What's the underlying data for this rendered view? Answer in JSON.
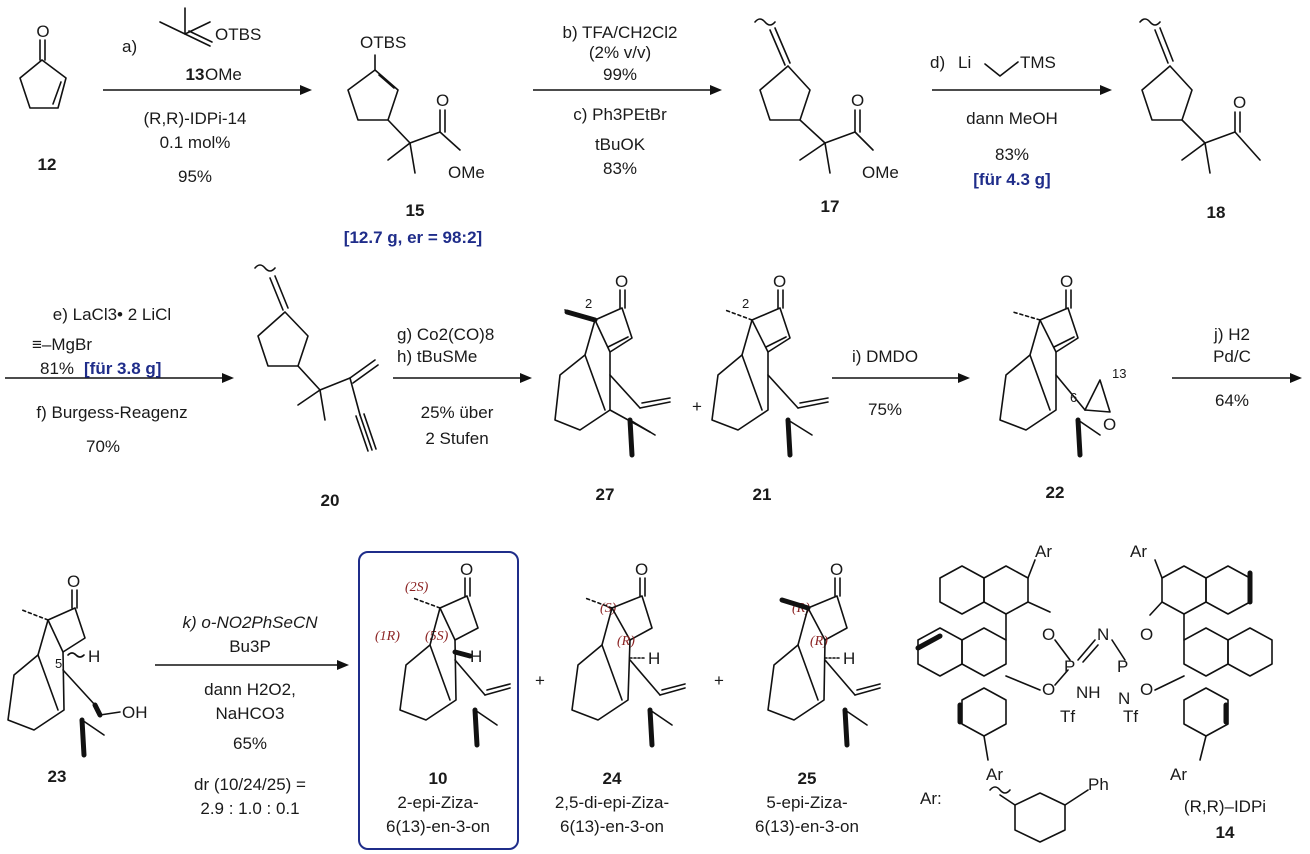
{
  "compounds": {
    "c12": "12",
    "c15": "15",
    "c15_note": "[12.7 g, er = 98:2]",
    "c17": "17",
    "c18": "18",
    "c20": "20",
    "c27": "27",
    "c21": "21",
    "c22": "22",
    "c23": "23",
    "c10": "10",
    "c24": "24",
    "c25": "25",
    "c14": "14",
    "name10": "2-epi-Ziza-",
    "name10b": "6(13)-en-3-on",
    "name24": "2,5-di-epi-Ziza-",
    "name24b": "6(13)-en-3-on",
    "name25": "5-epi-Ziza-",
    "name25b": "6(13)-en-3-on",
    "idpi_label": "(R,R)–IDPi",
    "ar_label": "Ar:",
    "ph": "Ph"
  },
  "atoms": {
    "O": "O",
    "OTBS": "OTBS",
    "OMe": "OMe",
    "H": "H",
    "OH": "OH",
    "NH": "NH",
    "N": "N",
    "P": "P",
    "Tf": "Tf",
    "Ar": "Ar",
    "TMS": "TMS",
    "Li": "Li",
    "MgBr": "≡–MgBr",
    "n2": "2",
    "n5": "5",
    "n6": "6",
    "n13": "13",
    "s2S": "(2S)",
    "s1R": "(1R)",
    "s5S": "(5S)",
    "sS": "(S)",
    "sR": "(R)"
  },
  "steps": {
    "a": "a)",
    "a_cond1": "(R,R)-IDPi-14",
    "a_cond2": "0.1 mol%",
    "a_yield": "95%",
    "a_reagent": "13",
    "b": "b) TFA/CH2Cl2",
    "b2": "(2% v/v)",
    "b3": "99%",
    "c": "c) Ph3PEtBr",
    "c2": "tBuOK",
    "c3": "83%",
    "d": "d)",
    "d2": "dann MeOH",
    "d3": "83%",
    "d4": "[für 4.3 g]",
    "e": "e) LaCl3• 2 LiCl",
    "e3": "81%",
    "e4": "[für 3.8 g]",
    "f": "f) Burgess-Reagenz",
    "f2": "70%",
    "g": "g) Co2(CO)8",
    "h": "h) tBuSMe",
    "gh2": "25% über",
    "gh3": "2 Stufen",
    "i": "i) DMDO",
    "i2": "75%",
    "j": "j) H2",
    "j2": "Pd/C",
    "j3": "64%",
    "k": "k) o-NO2PhSeCN",
    "k2": "Bu3P",
    "k3": "dann H2O2,",
    "k4": "NaHCO3",
    "k5": "65%",
    "dr": "dr (10/24/25) =",
    "dr2": "2.9 : 1.0 : 0.1"
  },
  "colors": {
    "accent": "#1f2d8a",
    "stereo": "#8b2323"
  }
}
